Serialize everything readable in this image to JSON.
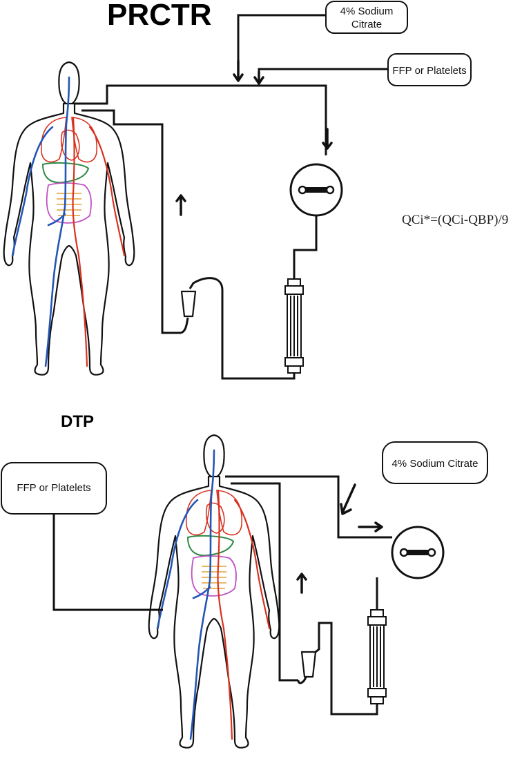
{
  "prctr": {
    "title": "PRCTR",
    "citrate_box": [
      "4%  Sodium",
      "Citrate"
    ],
    "ffp_box": "FFP or Platelets",
    "formula": "QCi*=(QCi-QBP)/9"
  },
  "dtp": {
    "title": "DTP",
    "ffp_box": "FFP or Platelets",
    "citrate_box": "4% Sodium Citrate"
  },
  "colors": {
    "vein": "#2456b6",
    "artery": "#d8321f",
    "liver": "#2e8b47",
    "intestine": "#c04fc4",
    "outline": "#111111"
  }
}
